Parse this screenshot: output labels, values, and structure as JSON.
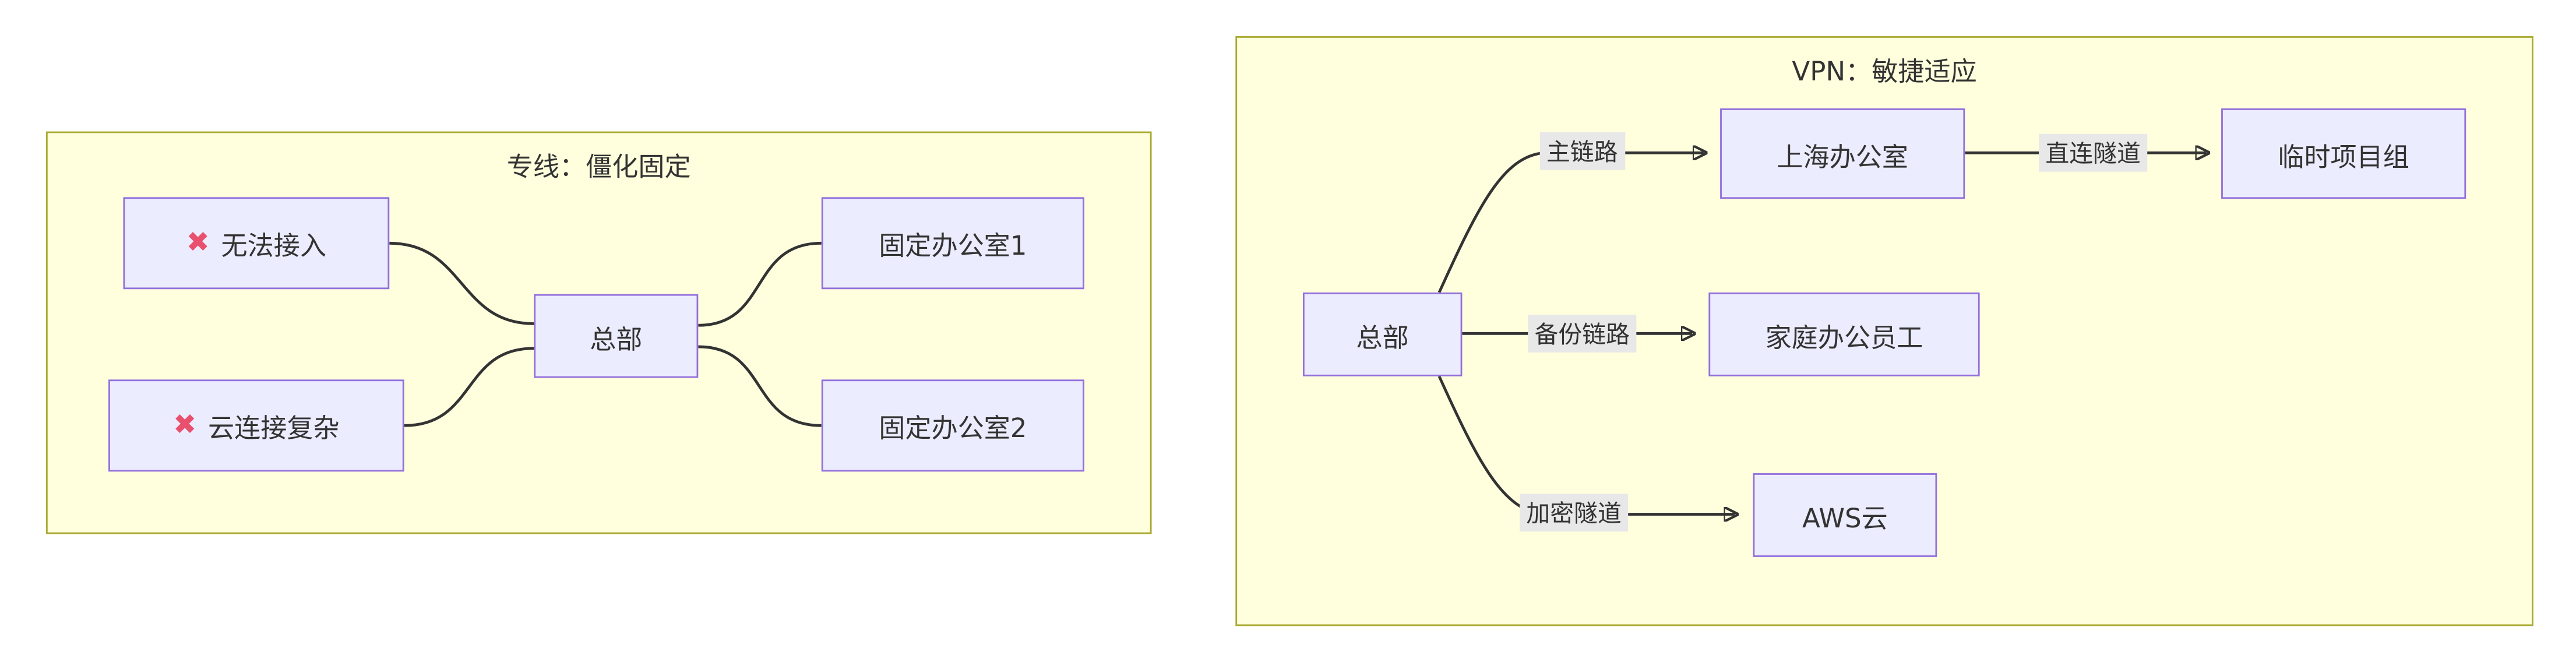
{
  "left_panel": {
    "title": "专线：僵化固定",
    "nodes": {
      "no_access": {
        "icon": "✖",
        "label": "无法接入"
      },
      "cloud_complex": {
        "icon": "✖",
        "label": "云连接复杂"
      },
      "hq": {
        "label": "总部"
      },
      "office1": {
        "label": "固定办公室1"
      },
      "office2": {
        "label": "固定办公室2"
      }
    }
  },
  "right_panel": {
    "title": "VPN：敏捷适应",
    "nodes": {
      "hq": {
        "label": "总部"
      },
      "shanghai_office": {
        "label": "上海办公室"
      },
      "temp_project_team": {
        "label": "临时项目组"
      },
      "home_office_staff": {
        "label": "家庭办公员工"
      },
      "aws_cloud": {
        "label": "AWS云"
      }
    },
    "edge_labels": {
      "main_link": "主链路",
      "direct_tunnel": "直连隧道",
      "backup_link": "备份链路",
      "encrypted_tunnel": "加密隧道"
    }
  },
  "colors": {
    "panel_fill": "#ffffde",
    "panel_border": "#aaaa33",
    "node_fill": "#ececff",
    "node_border": "#9370db",
    "edge_stroke": "#333333",
    "edge_label_bg": "#e8e8e8",
    "cross_icon": "#e8506e",
    "text": "#333333"
  }
}
